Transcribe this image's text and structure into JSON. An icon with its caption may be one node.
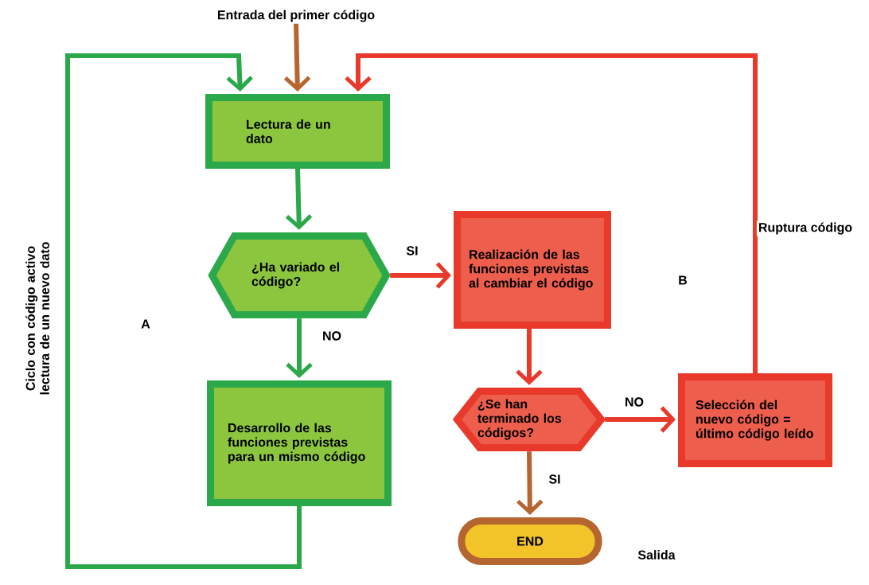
{
  "diagram": {
    "nodes": [
      {
        "text": [
          "Entrada del primer código"
        ]
      },
      {
        "text": [
          "Lectura de un dato"
        ]
      },
      {
        "text": [
          "¿Ha variado el código?"
        ]
      },
      {
        "text": [
          "Realización de las funciones previstas al cambiar el código"
        ]
      },
      {
        "text": [
          "Desarrollo de las funciones previstas para un mismo código"
        ]
      },
      {
        "text": [
          "¿Se han terminado los códigos?"
        ]
      },
      {
        "text": [
          "Selección del nuevo código = último código leído"
        ]
      },
      {
        "text": [
          "END"
        ],
        "beside": [
          "Salida"
        ]
      }
    ],
    "edges": [
      {
        "from": 0,
        "to": 1,
        "arrow": "to",
        "color": "#b5652f"
      },
      {
        "from": 1,
        "to": 2,
        "arrow": "to",
        "color": "#2aa84a"
      },
      {
        "from": 2,
        "to": 3,
        "arrow": "to",
        "label": "SI",
        "color": "#e8392b"
      },
      {
        "from": 2,
        "to": 4,
        "arrow": "to",
        "label": "NO",
        "color": "#2aa84a"
      },
      {
        "from": 3,
        "to": 5,
        "arrow": "to",
        "color": "#e8392b"
      },
      {
        "from": 5,
        "to": 6,
        "arrow": "to",
        "label": "NO",
        "color": "#e8392b"
      },
      {
        "from": 5,
        "to": 7,
        "arrow": "to",
        "label": "SI",
        "color": "#b5652f"
      },
      {
        "from": 4,
        "to": 1,
        "arrow": "to",
        "label": "Ciclo con código activo lectura de un nuevo dato",
        "color": "#2aa84a"
      },
      {
        "from": 6,
        "to": 1,
        "arrow": "to",
        "label": "Ruptura código",
        "color": "#e8392b"
      }
    ],
    "labels": [
      "A",
      "B"
    ]
  }
}
